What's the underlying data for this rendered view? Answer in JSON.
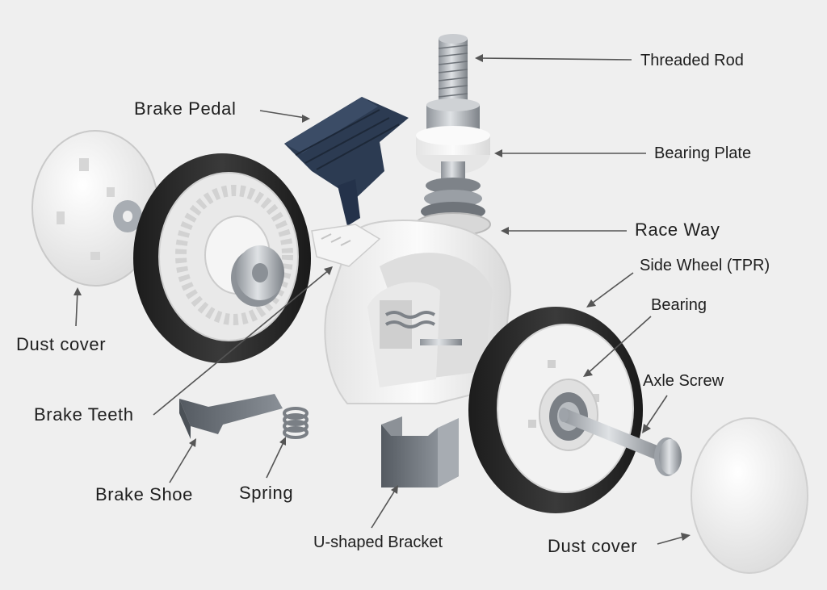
{
  "labels": {
    "threaded_rod": "Threaded Rod",
    "brake_pedal": "Brake Pedal",
    "bearing_plate": "Bearing Plate",
    "race_way": "Race Way",
    "side_wheel": "Side Wheel (TPR)",
    "bearing": "Bearing",
    "axle_screw": "Axle Screw",
    "dust_cover_left": "Dust cover",
    "dust_cover_right": "Dust cover",
    "brake_teeth": "Brake Teeth",
    "brake_shoe": "Brake Shoe",
    "spring": "Spring",
    "u_shaped_bracket": "U-shaped Bracket"
  },
  "colors": {
    "background": "#efefef",
    "white_plastic": "#f3f3f3",
    "tire_rubber": "#2b2b2b",
    "pedal_navy": "#2c3b52",
    "steel": "#a9aeb4",
    "leader_line": "#555555",
    "label_text": "#1e1e1e"
  }
}
